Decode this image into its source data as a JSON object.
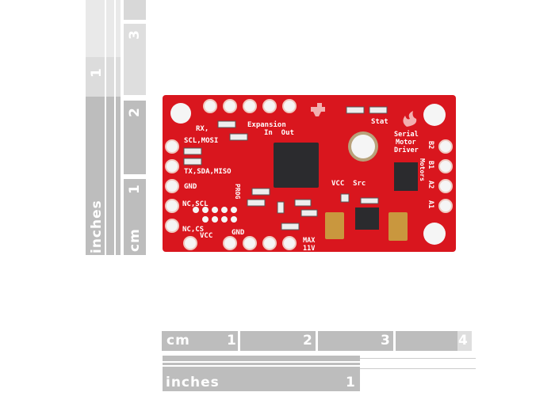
{
  "vertical_ruler": {
    "inches_label": "inches",
    "inch_marks": [
      "1"
    ],
    "cm_label": "cm",
    "cm_marks": [
      "1",
      "2",
      "3"
    ]
  },
  "horizontal_ruler": {
    "cm_label": "cm",
    "cm_marks": [
      "1",
      "2",
      "3",
      "4"
    ],
    "inches_label": "inches",
    "inch_marks": [
      "1"
    ]
  },
  "board": {
    "title_lines": [
      "Serial",
      "Motor",
      "Driver"
    ],
    "expansion_label": "Expansion",
    "in_out_label": "In  Out",
    "stat_label": "Stat",
    "left_pins": [
      "RX,",
      "SCL,MOSI",
      "TX,SDA,MISO",
      "GND",
      "NC,SCL",
      "NC,CS"
    ],
    "prog_label": "PROG",
    "vcc_label": "VCC",
    "gnd_label": "GND",
    "max_label": [
      "MAX",
      "11V"
    ],
    "vcc_src_label": "VCC  Src",
    "motor_pins": [
      "B2",
      "B1",
      "A2",
      "A1"
    ],
    "motors_label": "Motors",
    "colors": {
      "pcb": "#d9161e",
      "pad": "#f3f3f3",
      "chip": "#2b2b2e",
      "cap": "#c9973e"
    }
  }
}
